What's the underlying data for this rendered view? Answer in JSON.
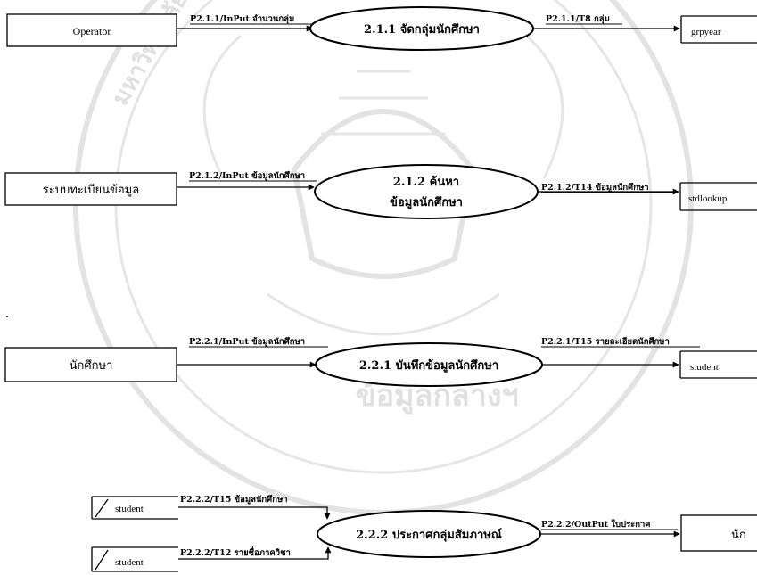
{
  "watermark": {
    "text_top": "มหาวิทยาลัยเทคโนโลยีราชมงคลพระนคร",
    "text_bottom": "ข้อมูลกลางฯ"
  },
  "external_entities": {
    "operator": "Operator",
    "registration_system": "ระบบทะเบียนข้อมูล",
    "student_top": "นักศึกษา",
    "student_bottom": "นัก"
  },
  "processes": {
    "p211": "2.1.1 จัดกลุ่มนักศึกษา",
    "p212_line1": "2.1.2 ค้นหา",
    "p212_line2": "ข้อมูลนักศึกษา",
    "p221": "2.2.1 บันทึกข้อมูลนักศึกษา",
    "p222": "2.2.2 ประกาศกลุ่มสัมภาษณ์"
  },
  "data_stores": {
    "grpyear": "grpyear",
    "stdlookup": "stdlookup",
    "student_out": "student",
    "student_in_1": "student",
    "student_in_2": "student"
  },
  "flows": {
    "f1_in": "P2.1.1/InPut จำนวนกลุ่ม",
    "f1_out": "P2.1.1/T8 กลุ่ม",
    "f2_in": "P2.1.2/InPut ข้อมูลนักศึกษา",
    "f2_out": "P2.1.2/T14 ข้อมูลนักศึกษา",
    "f3_in": "P2.2.1/InPut ข้อมูลนักศึกษา",
    "f3_out": "P2.2.1/T15 รายละเอียดนักศึกษา",
    "f4_in1": "P2.2.2/T15 ข้อมูลนักศึกษา",
    "f4_in2": "P2.2.2/T12 รายชื่อภาควิชา",
    "f4_out": "P2.2.2/OutPut ใบประกาศ"
  }
}
